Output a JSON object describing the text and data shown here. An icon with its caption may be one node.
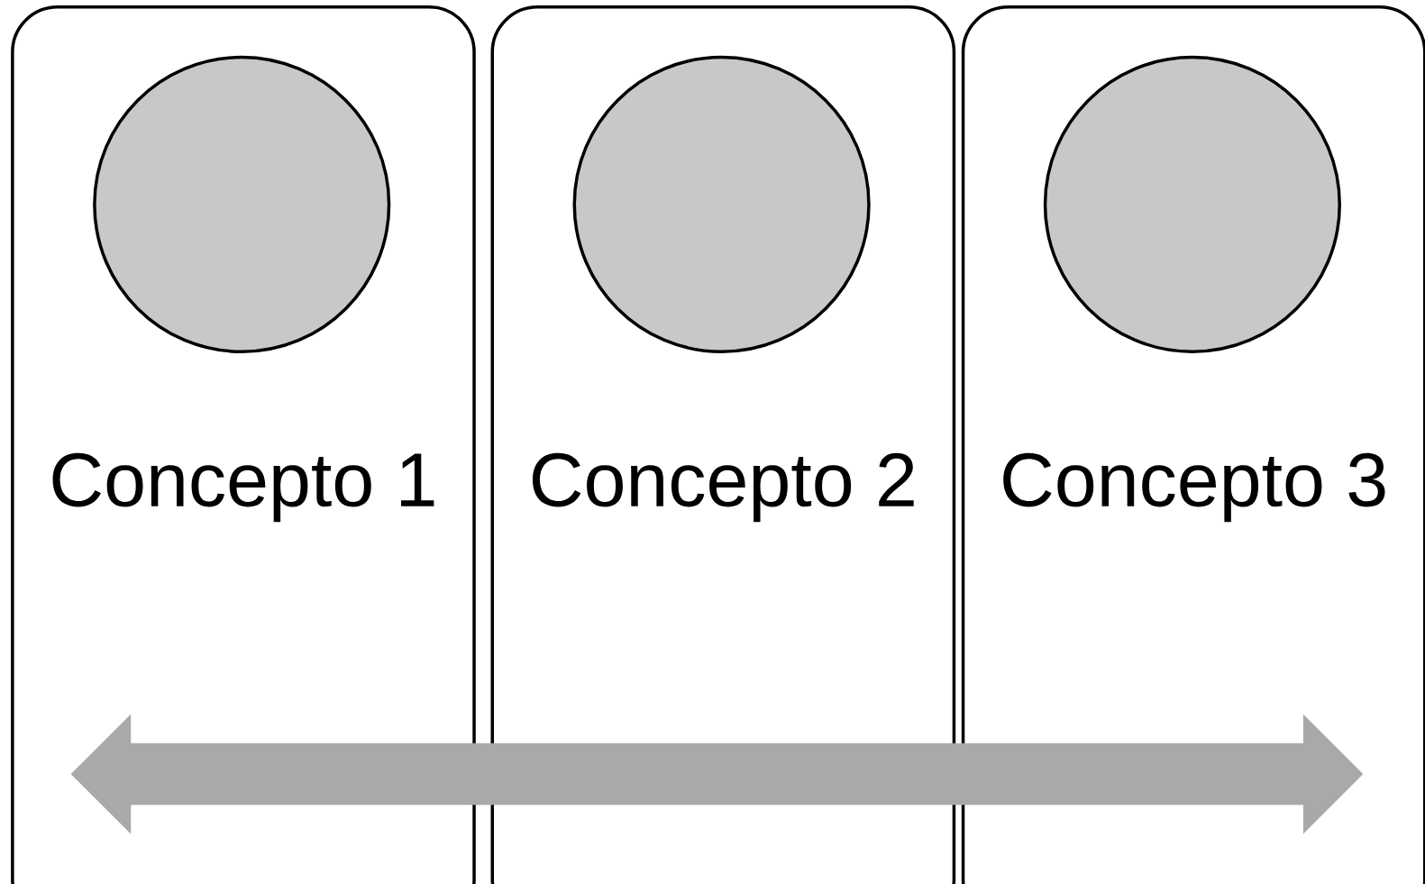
{
  "diagram": {
    "nodes": [
      {
        "text": [
          "Concepto 1"
        ]
      },
      {
        "text": [],
        "shape": "circle",
        "in": 0
      },
      {
        "text": [
          "Concepto 2"
        ]
      },
      {
        "text": [],
        "shape": "circle",
        "in": 2
      },
      {
        "text": [
          "Concepto 3"
        ]
      },
      {
        "text": [],
        "shape": "circle",
        "in": 4
      }
    ]
  }
}
